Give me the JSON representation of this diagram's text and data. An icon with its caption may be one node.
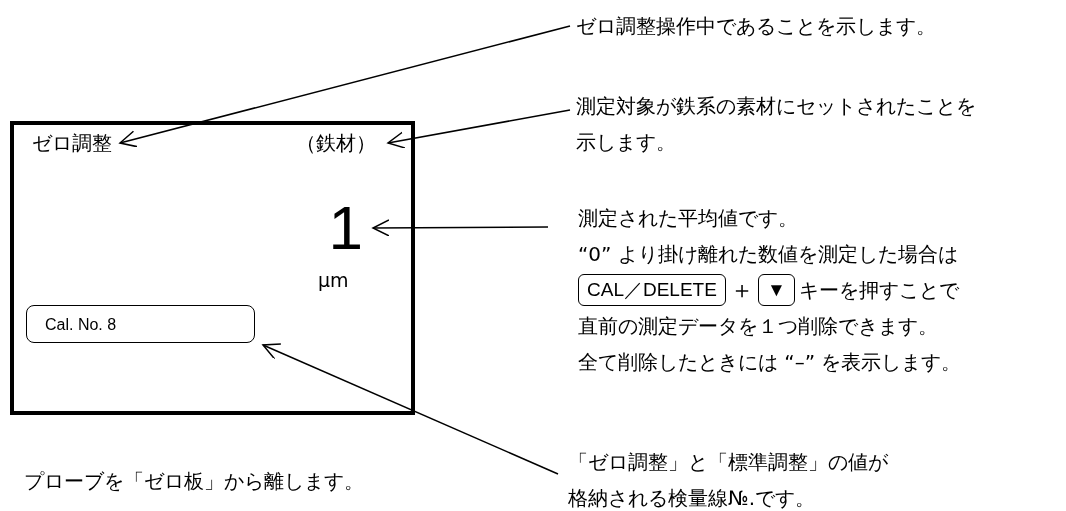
{
  "diagram": {
    "nodes": [
      {
        "text": [],
        "shape": "box"
      },
      {
        "text": [
          "ゼロ調整"
        ],
        "in": 0
      },
      {
        "text": [
          "（鉄材）"
        ],
        "in": 0
      },
      {
        "text": [
          "1"
        ],
        "in": 0
      },
      {
        "text": [
          "Cal. No. 8"
        ],
        "in": 0
      },
      {
        "text": [
          "ゼロ調整操作中であることを示します。"
        ]
      },
      {
        "text": [
          "測定対象が鉄系の素材にセットされたことを示します。"
        ]
      },
      {
        "text": [
          "測定された平均値です。",
          "“0” より掛け離れた数値を測定した場合は",
          "キーを押すことで",
          "直前の測定データを１つ削除できます。",
          "全て削除したときには “–” を表示します。"
        ]
      },
      {
        "text": [
          "CAL／DELETE"
        ],
        "in": 7
      },
      {
        "text": [
          "▼"
        ],
        "in": 7
      },
      {
        "text": [
          "「ゼロ調整」と「標準調整」の値が格納される検量線№.です。"
        ]
      }
    ],
    "edges": [
      {
        "from": 5,
        "to": 1,
        "arrow": "to"
      },
      {
        "from": 6,
        "to": 2,
        "arrow": "to"
      },
      {
        "from": 7,
        "to": 3,
        "arrow": "to"
      },
      {
        "from": 10,
        "to": 4,
        "arrow": "to"
      }
    ],
    "labels": [
      "μm",
      "＋",
      "プローブを「ゼロ板」から離します。"
    ]
  }
}
